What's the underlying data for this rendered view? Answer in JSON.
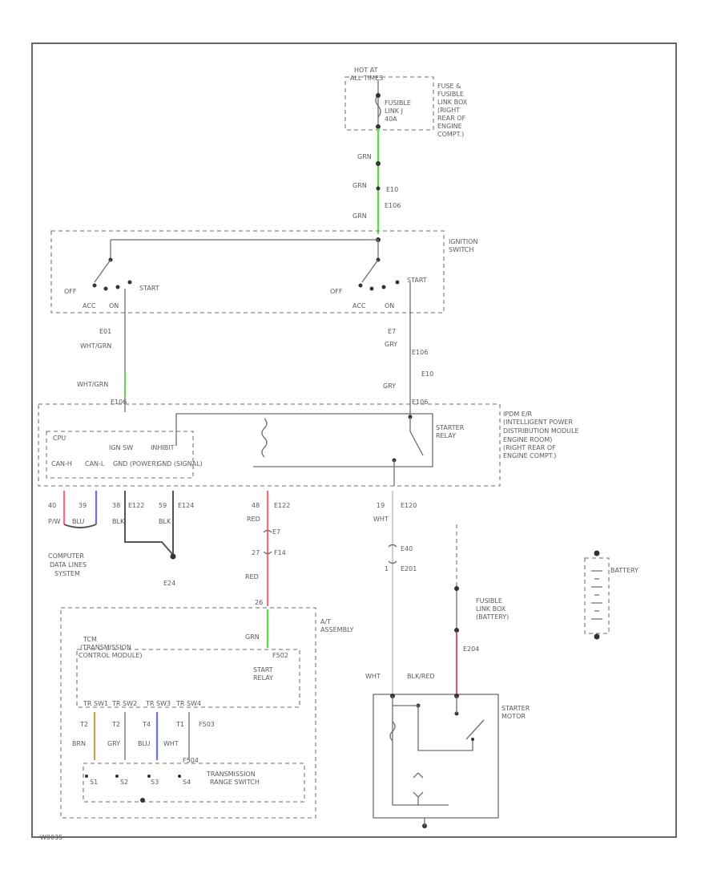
{
  "diagram_id": "W0035",
  "colors": {
    "frame": "#666666",
    "wire": "#6e6e6e",
    "grn": "#55dd44",
    "red": "#ff6b7a",
    "blu": "#6b6bff",
    "brn": "#c8a050",
    "blk_red": "#c06070"
  },
  "hot_at_battery": [
    "HOT AT",
    "ALL TIMES"
  ],
  "fuse_box": [
    "FUSE &",
    "FUSIBLE",
    "LINK BOX",
    "(RIGHT",
    "REAR OF",
    "ENGINE",
    "COMPT.)"
  ],
  "fusible_link": [
    "FUSIBLE",
    "LINK J",
    "40A"
  ],
  "top_wires": {
    "grn1": "GRN",
    "grn2": "GRN",
    "pin": "E10",
    "conn": "E106",
    "grn3": "GRN"
  },
  "ignition_switch": {
    "label": [
      "IGNITION",
      "SWITCH"
    ],
    "off": "OFF",
    "acc": "ACC",
    "on": "ON",
    "start": "START"
  },
  "left_column": {
    "pin_top": "E01",
    "wire1": "WHT/GRN",
    "wire2": "WHT/GRN",
    "conn": "E106"
  },
  "right_column": {
    "pin_top": "E7",
    "wire1": "GRY",
    "conn": "E106",
    "pin2": "E10",
    "wire2": "GRY",
    "conn2": "E106"
  },
  "ipdm": {
    "label": [
      "IPDM E/R",
      "(INTELLIGENT POWER",
      "DISTRIBUTION MODULE",
      "ENGINE ROOM)",
      "(RIGHT REAR OF",
      "ENGINE COMPT.)"
    ],
    "cpu": "CPU",
    "ign_sw": "IGN SW",
    "inhibit": "INHIBIT",
    "can_h": "CAN-H",
    "can_l": "CAN-L",
    "gnd_power": "GND (POWER)",
    "gnd_signal": "GND (SIGNAL)",
    "starter_relay": [
      "STARTER",
      "RELAY"
    ]
  },
  "ipdm_pins": {
    "p1_num": "40",
    "p1_wire": "P/W",
    "p2_num": "39",
    "p2_wire": "BLU",
    "p3_num": "38",
    "p3_conn": "E122",
    "p3_wire": "BLK",
    "p4_num": "59",
    "p4_conn": "E124",
    "p4_wire": "BLK",
    "p5_num": "48",
    "p5_conn": "E122",
    "p5_wire": "RED",
    "p6_num": "19",
    "p6_conn": "E120",
    "p6_wire": "WHT"
  },
  "data_lines": [
    "COMPUTER",
    "DATA LINES",
    "SYSTEM"
  ],
  "ground_e24": "E24",
  "mid_red": {
    "conn": "E7",
    "pin": "27",
    "conn2": "F14",
    "wire": "RED",
    "pin3": "26"
  },
  "right_wht": {
    "conn": "E40",
    "pin": "1",
    "conn2": "E201"
  },
  "at_assembly": {
    "label": [
      "A/T",
      "ASSEMBLY"
    ],
    "wire_top": "GRN",
    "conn": "F502",
    "tcm": [
      "TCM",
      "(TRANSMISSION",
      "CONTROL MODULE)"
    ],
    "start_relay": [
      "START",
      "RELAY"
    ],
    "tr_labels": [
      "TR SW1",
      "TR SW2",
      "TR SW3",
      "TR SW4"
    ],
    "pins": [
      "T2",
      "T2",
      "T4",
      "T1"
    ],
    "pin_conn": "F503",
    "wires": [
      "BRN",
      "GRY",
      "BLU",
      "WHT"
    ],
    "pin_conn2": "F504",
    "range_pins": [
      "S1",
      "S2",
      "S3",
      "S4"
    ],
    "range_label": [
      "TRANSMISSION",
      "RANGE SWITCH"
    ]
  },
  "battery_side": {
    "fusible": [
      "FUSIBLE",
      "LINK BOX",
      "(BATTERY)"
    ],
    "conn": "E204",
    "wht": "WHT",
    "blk_red": "BLK/RED",
    "starter_motor": [
      "STARTER",
      "MOTOR"
    ],
    "battery": "BATTERY"
  }
}
